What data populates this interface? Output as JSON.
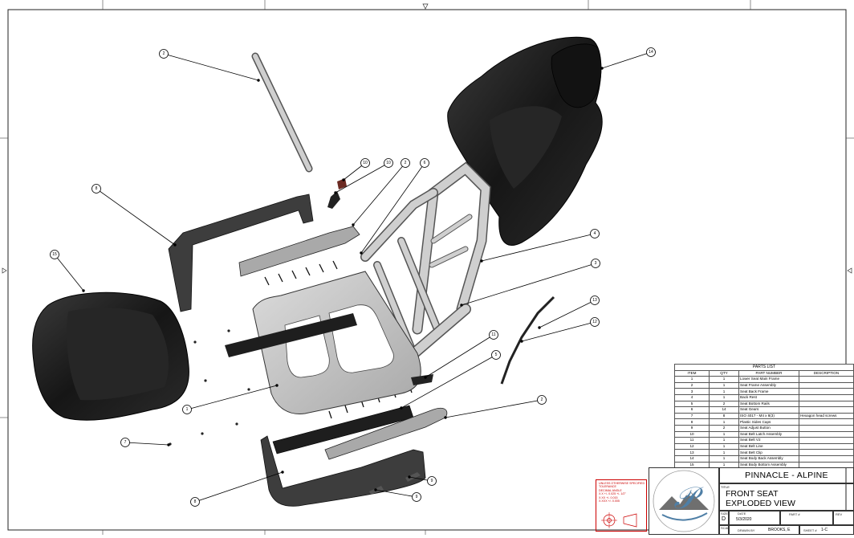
{
  "parts_list": {
    "title": "PARTS LIST",
    "columns": [
      "ITEM",
      "QTY",
      "PART NUMBER",
      "DESCRIPTION"
    ],
    "rows": [
      {
        "item": "1",
        "qty": "1",
        "part": "Lower Seat Main Frame",
        "desc": ""
      },
      {
        "item": "2",
        "qty": "1",
        "part": "Seat Frame Assembly",
        "desc": ""
      },
      {
        "item": "3",
        "qty": "1",
        "part": "Seat Back Frame",
        "desc": ""
      },
      {
        "item": "4",
        "qty": "1",
        "part": "Back Rest",
        "desc": ""
      },
      {
        "item": "5",
        "qty": "2",
        "part": "Seat Bottom Rails",
        "desc": ""
      },
      {
        "item": "6",
        "qty": "14",
        "part": "Seat Gears",
        "desc": ""
      },
      {
        "item": "7",
        "qty": "8",
        "part": "ISO 4017 - M4 x 8(3)",
        "desc": "Hexagon head screws"
      },
      {
        "item": "8",
        "qty": "1",
        "part": "Plastic Sides Caps",
        "desc": ""
      },
      {
        "item": "9",
        "qty": "2",
        "part": "Seat Adjust Button",
        "desc": ""
      },
      {
        "item": "10",
        "qty": "1",
        "part": "Seat Belt Latch Assembly",
        "desc": ""
      },
      {
        "item": "11",
        "qty": "1",
        "part": "Seat Belt V2",
        "desc": ""
      },
      {
        "item": "12",
        "qty": "1",
        "part": "Seat Belt Line",
        "desc": ""
      },
      {
        "item": "13",
        "qty": "1",
        "part": "Seat Belt Clip",
        "desc": ""
      },
      {
        "item": "14",
        "qty": "1",
        "part": "Seat Body Back Assembly",
        "desc": ""
      },
      {
        "item": "15",
        "qty": "1",
        "part": "Seat Body Bottom Assembly",
        "desc": ""
      }
    ]
  },
  "balloons": [
    "2",
    "14",
    "10",
    "10",
    "2",
    "6",
    "8",
    "15",
    "4",
    "3",
    "13",
    "12",
    "11",
    "5",
    "1",
    "7",
    "2",
    "8",
    "9",
    "9"
  ],
  "title_block": {
    "company": "PINNACLE - ALPINE",
    "title_label": "TITLE",
    "title": "FRONT SEAT EXPLODED VIEW",
    "size_label": "SIZE",
    "size": "D",
    "date_label": "DATE",
    "date": "5/3/2020",
    "part_label": "PART #",
    "rev_label": "REV",
    "scale_label": "SCALE",
    "drawn_label": "DRAWN BY",
    "drawn_by": "BROOKS, E",
    "sheet_label": "SHEET #",
    "sheet": "1-C"
  },
  "tolerance_block": {
    "lines": [
      "UNLESS OTHERWISE SPECIFIED",
      "TOLERANCE",
      "DECIMAL        ANGLE",
      "X.X  +/- 0.025     +/- 1/2°",
      "X.XX  +/- 0.015",
      "X.XXX +/- 0.005"
    ]
  },
  "colors": {
    "seat_black": "#1d1d1d",
    "frame_gray": "#c2c2c2",
    "tolerance_red": "#cc0000",
    "logo_blue": "#4f7fa6"
  }
}
